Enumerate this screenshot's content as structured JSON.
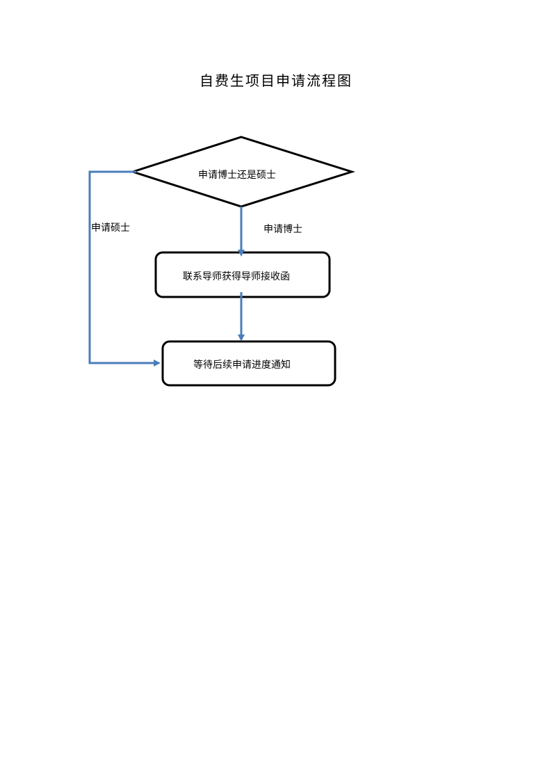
{
  "title": "自费生项目申请流程图",
  "nodes": {
    "decision": "申请博士还是硕士",
    "contact": "联系导师获得导师接收函",
    "wait": "等待后续申请进度通知"
  },
  "edges": {
    "phd": "申请博士",
    "master": "申请硕士"
  },
  "colors": {
    "arrow": "#4a7ebb",
    "border": "#000000"
  }
}
